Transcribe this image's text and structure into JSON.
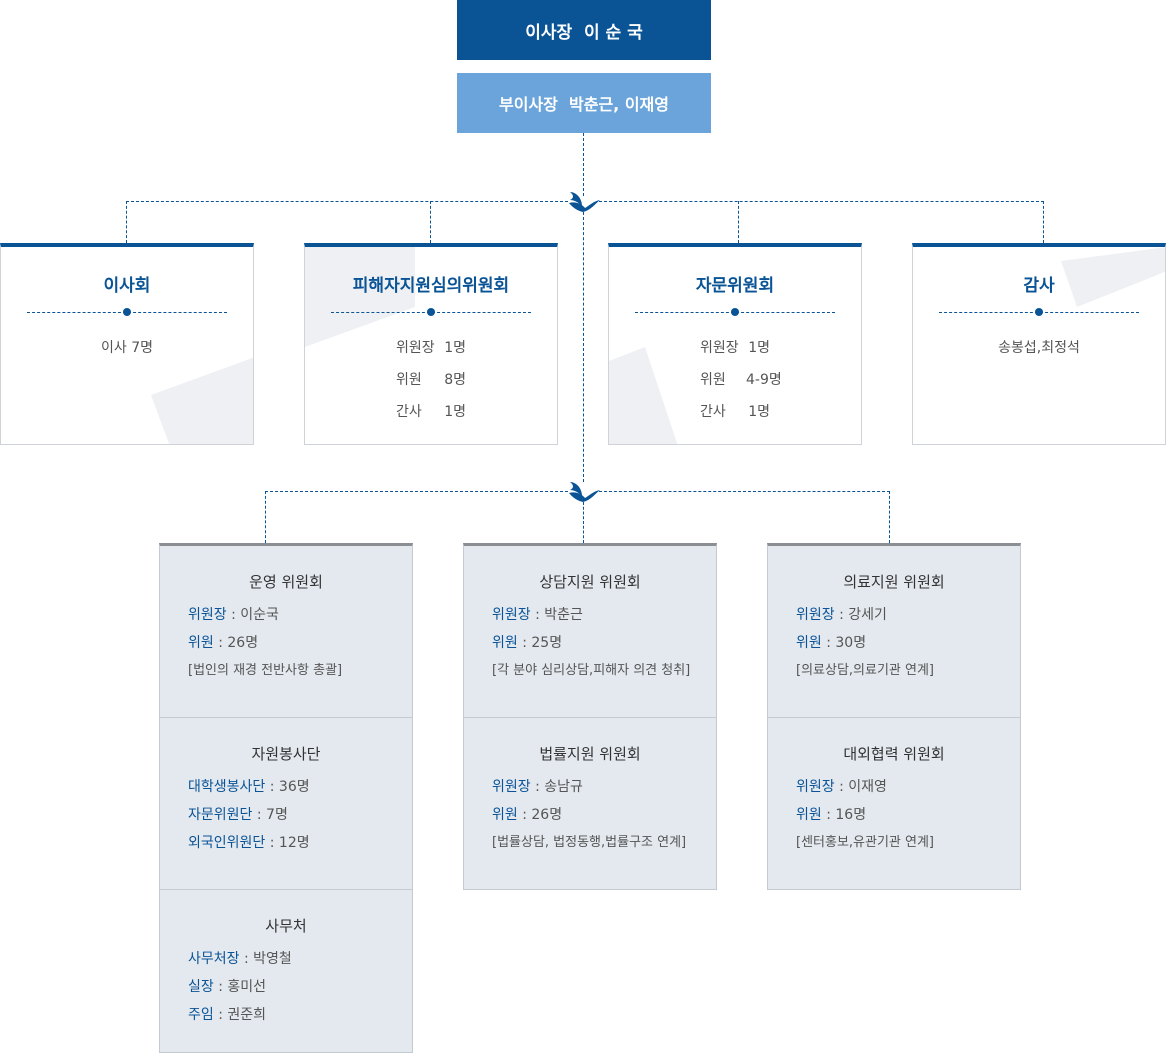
{
  "chairman": "이사장  이 순 국",
  "vice_chairman": "부이사장  박춘근, 이재영",
  "top_committees": [
    {
      "title": "이사회",
      "rows": [
        {
          "k": "이사 7명",
          "v": ""
        }
      ]
    },
    {
      "title": "피해자지원심의위원회",
      "rows": [
        {
          "k": "위원장",
          "v": "1명"
        },
        {
          "k": "위원",
          "v": "8명"
        },
        {
          "k": "간사",
          "v": "1명"
        }
      ]
    },
    {
      "title": "자문위원회",
      "rows": [
        {
          "k": "위원장",
          "v": "1명"
        },
        {
          "k": "위원",
          "v": "4-9명"
        },
        {
          "k": "간사",
          "v": "1명"
        }
      ]
    },
    {
      "title": "감사",
      "rows": [
        {
          "k": "송봉섭,최정석",
          "v": ""
        }
      ]
    }
  ],
  "columns": [
    {
      "sections": [
        {
          "title": "운영 위원회",
          "lines": [
            {
              "label": "위원장",
              "value": "이순국"
            },
            {
              "label": "위원",
              "value": "26명"
            }
          ],
          "note": "[법인의 재경 전반사항 총괄]"
        },
        {
          "title": "자원봉사단",
          "lines": [
            {
              "label": "대학생봉사단",
              "value": "36명"
            },
            {
              "label": "자문위원단",
              "value": "7명"
            },
            {
              "label": "외국인위원단",
              "value": "12명"
            }
          ],
          "note": ""
        },
        {
          "title": "사무처",
          "lines": [
            {
              "label": "사무처장",
              "value": "박영철"
            },
            {
              "label": "실장",
              "value": "홍미선"
            },
            {
              "label": "주임",
              "value": "권준희"
            }
          ],
          "note": ""
        }
      ]
    },
    {
      "sections": [
        {
          "title": "상담지원 위원회",
          "lines": [
            {
              "label": "위원장",
              "value": "박춘근"
            },
            {
              "label": "위원",
              "value": "25명"
            }
          ],
          "note": "[각 분야 심리상담,피해자 의견 청취]"
        },
        {
          "title": "법률지원 위원회",
          "lines": [
            {
              "label": "위원장",
              "value": "송남규"
            },
            {
              "label": "위원",
              "value": "26명"
            }
          ],
          "note": "[법률상담, 법정동행,법률구조 연계]"
        }
      ]
    },
    {
      "sections": [
        {
          "title": "의료지원 위원회",
          "lines": [
            {
              "label": "위원장",
              "value": "강세기"
            },
            {
              "label": "위원",
              "value": "30명"
            }
          ],
          "note": "[의료상담,의료기관 연계]"
        },
        {
          "title": "대외협력 위원회",
          "lines": [
            {
              "label": "위원장",
              "value": "이재영"
            },
            {
              "label": "위원",
              "value": "16명"
            }
          ],
          "note": "[센터홍보,유관기관 연계]"
        }
      ]
    }
  ],
  "colors": {
    "primary": "#0a5496",
    "secondary": "#6aa4da",
    "panel": "#e4e9ef"
  },
  "icons": {
    "connector": "bird-icon"
  }
}
